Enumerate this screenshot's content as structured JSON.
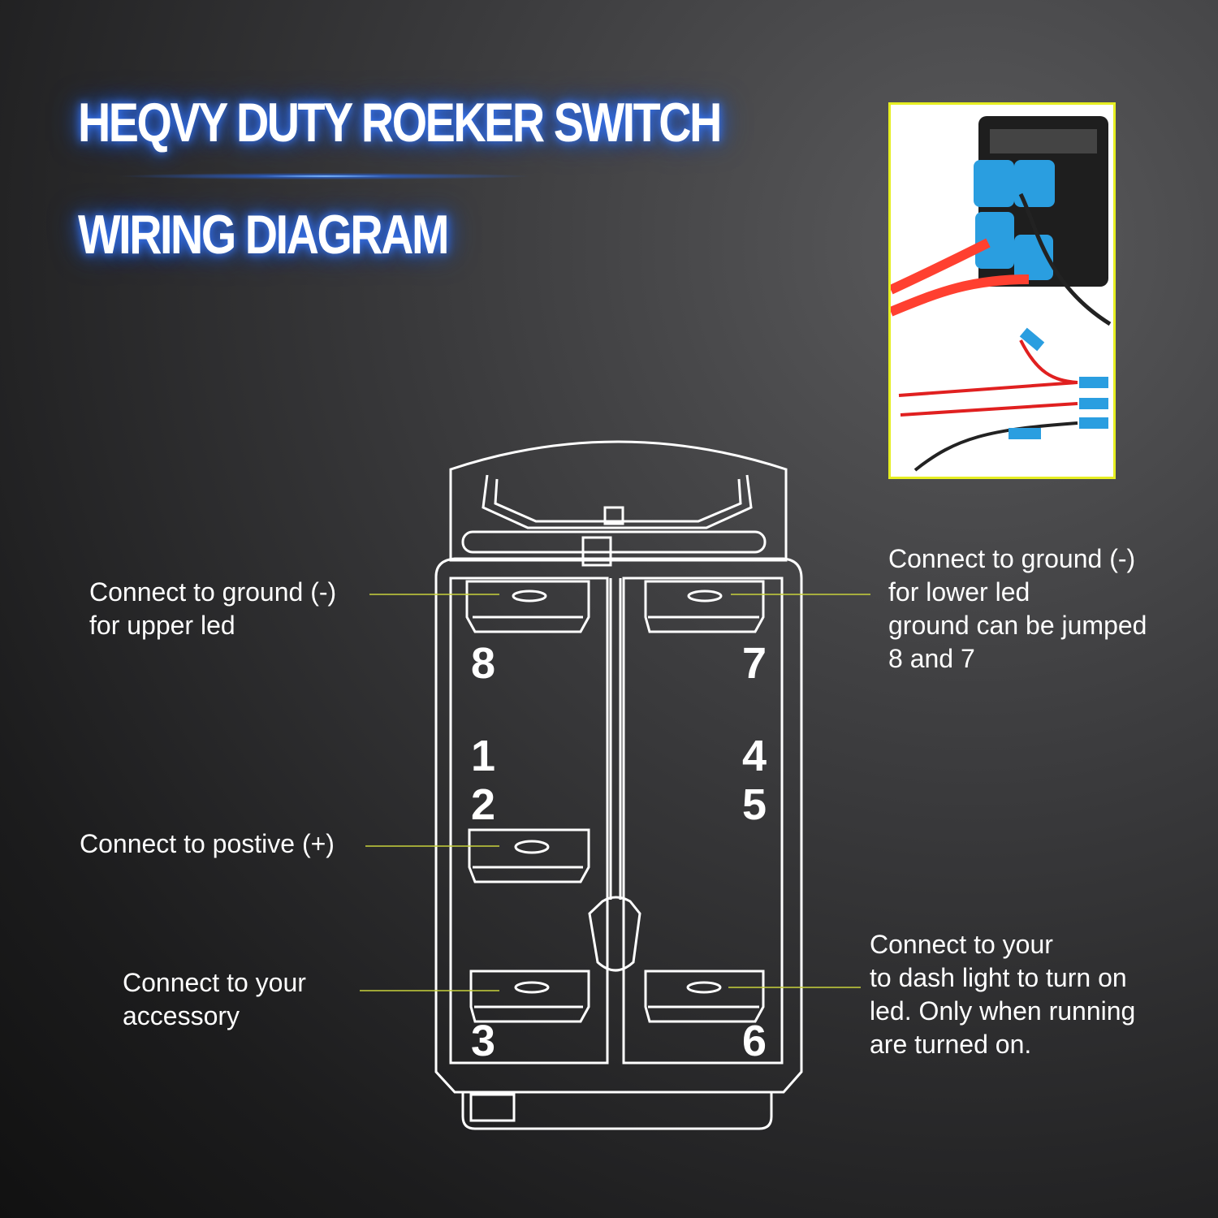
{
  "title": {
    "line1": "HEQVY DUTY ROEKER SWITCH",
    "line2": "WIRING DIAGRAM"
  },
  "labels": {
    "upper_left": [
      "Connect to ground (-)",
      "for upper led"
    ],
    "upper_right": [
      "Connect to ground (-)",
      "for lower led",
      "ground can be jumped",
      "8 and 7"
    ],
    "middle_left": [
      "Connect to postive (+)"
    ],
    "lower_left": [
      "Connect to your",
      "accessory"
    ],
    "lower_right": [
      "Connect to your",
      "to dash light to turn on",
      "led. Only when running",
      "are turned on."
    ]
  },
  "pins": {
    "p8": "8",
    "p7": "7",
    "p1": "1",
    "p2": "2",
    "p4": "4",
    "p5": "5",
    "p3": "3",
    "p6": "6"
  },
  "colors": {
    "leader_line": "#c8d23c",
    "photo_border": "#e6ee22",
    "glow": "#3a7bff"
  }
}
